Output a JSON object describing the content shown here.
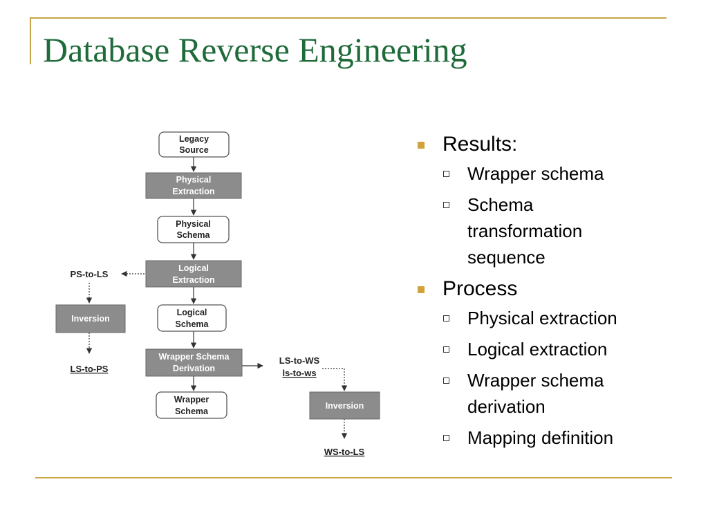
{
  "slide": {
    "title": "Database Reverse Engineering"
  },
  "diagram": {
    "legacy_source": [
      "Legacy",
      "Source"
    ],
    "physical_extraction": [
      "Physical",
      "Extraction"
    ],
    "physical_schema": [
      "Physical",
      "Schema"
    ],
    "logical_extraction": [
      "Logical",
      "Extraction"
    ],
    "logical_schema": [
      "Logical",
      "Schema"
    ],
    "wrapper_schema_derivation": [
      "Wrapper Schema",
      "Derivation"
    ],
    "wrapper_schema": [
      "Wrapper",
      "Schema"
    ],
    "ps_to_ls": "PS-to-LS",
    "inversion_left": "Inversion",
    "ls_to_ps": "LS-to-PS",
    "ls_to_ws": "LS-to-WS",
    "ls_to_ws_lower": "ls-to-ws",
    "inversion_right": "Inversion",
    "ws_to_ls": "WS-to-LS"
  },
  "bullets": [
    {
      "label": "Results:",
      "items": [
        "Wrapper schema",
        "Schema transformation sequence"
      ]
    },
    {
      "label": "Process",
      "items": [
        "Physical extraction",
        "Logical extraction",
        "Wrapper schema derivation",
        "Mapping definition"
      ]
    }
  ],
  "colors": {
    "title": "#1f6b3a",
    "accent_rule": "#c8a545",
    "bullet_square": "#d0a33a",
    "process_box": "#8c8c8c",
    "schema_box_border": "#555555"
  }
}
